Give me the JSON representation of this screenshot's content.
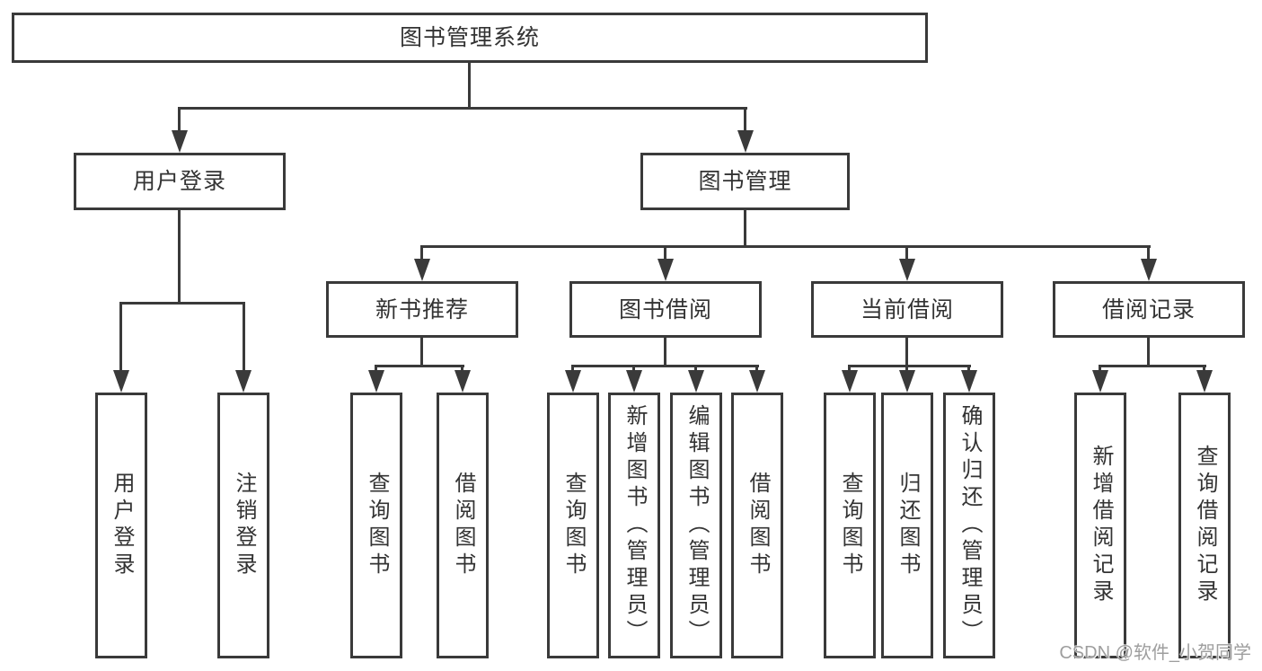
{
  "colors": {
    "line": "#3a3a3a",
    "text": "#333333",
    "watermark": "#9e9e9e"
  },
  "tree": {
    "root": {
      "label": "图书管理系统"
    },
    "user_login": {
      "label": "用户登录",
      "children": [
        "用户登录",
        "注销登录"
      ]
    },
    "book_management": {
      "label": "图书管理",
      "groups": [
        {
          "label": "新书推荐",
          "children": [
            "查询图书",
            "借阅图书"
          ]
        },
        {
          "label": "图书借阅",
          "children": [
            "查询图书",
            "新增图书（管理员）",
            "编辑图书（管理员）",
            "借阅图书"
          ]
        },
        {
          "label": "当前借阅",
          "children": [
            "查询图书",
            "归还图书",
            "确认归还（管理员）"
          ]
        },
        {
          "label": "借阅记录",
          "children": [
            "新增借阅记录",
            "查询借阅记录"
          ]
        }
      ]
    }
  },
  "watermark": {
    "text": "CSDN @软件_小贺同学"
  }
}
